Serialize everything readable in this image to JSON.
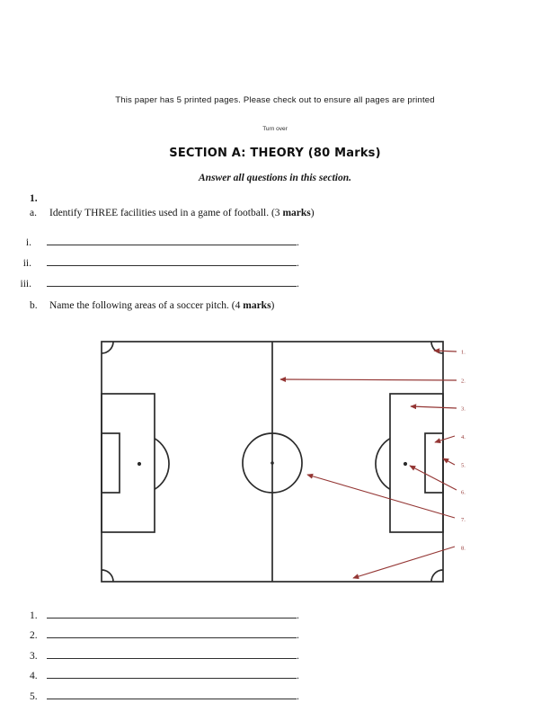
{
  "page": {
    "notice": "This paper has 5 printed pages. Please check out to ensure all pages are printed",
    "turn_over": "Turn over"
  },
  "section": {
    "title": "SECTION A: THEORY (80 Marks)",
    "instruction": "Answer all questions in this section."
  },
  "q1": {
    "number": "1.",
    "a": {
      "label": "a.",
      "text": "Identify THREE facilities used in a game of football. (3 ",
      "marks": "marks",
      "suffix": ")",
      "items": [
        "i.",
        "ii.",
        "iii."
      ],
      "line_end": "."
    },
    "b": {
      "label": "b.",
      "text": "Name the following areas of a soccer pitch. (4 ",
      "marks": "marks",
      "suffix": ")"
    }
  },
  "diagram": {
    "pointer_labels": [
      "1.",
      "2.",
      "3.",
      "4.",
      "5.",
      "6.",
      "7.",
      "8."
    ],
    "arrow_color": "#943634",
    "line_color": "#2b2b2b"
  },
  "answers": {
    "items": [
      "1.",
      "2.",
      "3.",
      "4.",
      "5."
    ],
    "line_end": "."
  }
}
